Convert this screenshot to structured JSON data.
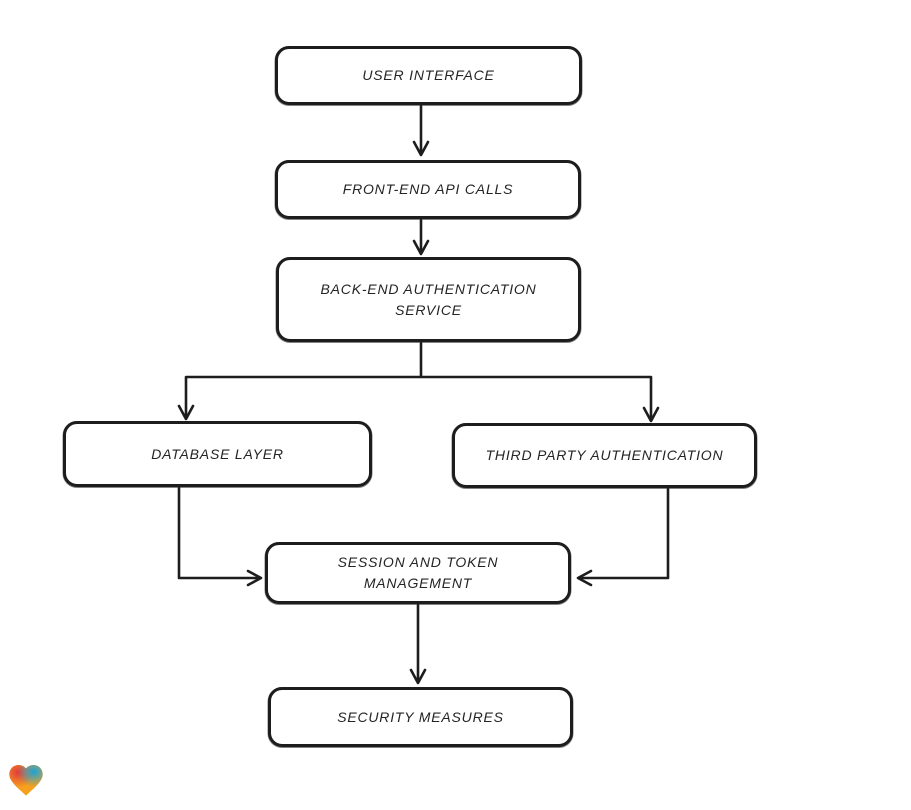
{
  "diagram": {
    "type": "flowchart",
    "nodes": {
      "user_interface": {
        "label": "USER INTERFACE"
      },
      "frontend_api_calls": {
        "label": "FRONT-END API CALLS"
      },
      "backend_auth_service": {
        "label": "BACK-END AUTHENTICATION\nSERVICE"
      },
      "database_layer": {
        "label": "DATABASE LAYER"
      },
      "third_party_auth": {
        "label": "THIRD PARTY AUTHENTICATION"
      },
      "session_token_mgmt": {
        "label": "SESSION AND TOKEN\nMANAGEMENT"
      },
      "security_measures": {
        "label": "SECURITY MEASURES"
      }
    },
    "edges": [
      {
        "from": "user_interface",
        "to": "frontend_api_calls"
      },
      {
        "from": "frontend_api_calls",
        "to": "backend_auth_service"
      },
      {
        "from": "backend_auth_service",
        "to": "database_layer"
      },
      {
        "from": "backend_auth_service",
        "to": "third_party_auth"
      },
      {
        "from": "database_layer",
        "to": "session_token_mgmt"
      },
      {
        "from": "third_party_auth",
        "to": "session_token_mgmt"
      },
      {
        "from": "session_token_mgmt",
        "to": "security_measures"
      }
    ],
    "style": {
      "stroke": "#1d1d1d",
      "node_fill": "#ffffff",
      "background": "#ffffff",
      "arrowhead": "open-v"
    }
  },
  "branding": {
    "logo_icon": "heart-gradient-logo",
    "logo_colors": {
      "red": "#e23a3d",
      "blue": "#18a3d8",
      "orange": "#f6a01d"
    }
  }
}
